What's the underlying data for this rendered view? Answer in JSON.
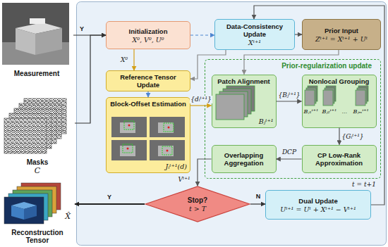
{
  "diagram": {
    "nodes": [
      {
        "text": [
          "Measurement"
        ]
      },
      {
        "text": [
          "Masks",
          "C"
        ]
      },
      {
        "text": [
          "Initialization",
          "X⁰, V⁰, U⁰"
        ]
      },
      {
        "text": [
          "Data-Consistency Update",
          "Xᵗ⁺¹"
        ]
      },
      {
        "text": [
          "Prior Input",
          "Zᵗ⁺¹ = Xᵗ⁺¹ + Uᵗ"
        ]
      },
      {
        "text": [
          "Reference Tensor Update"
        ]
      },
      {
        "text": [
          "Block-Offset Estimation",
          "Jᵢᵗ⁺¹(d)"
        ]
      },
      {
        "text": [
          "Prior-regularization update"
        ]
      },
      {
        "text": [
          "Patch Alignment",
          "Bⱼᵗ⁺¹"
        ],
        "in": 7
      },
      {
        "text": [
          "Nonlocal Grouping",
          "Bⱼ₁ᵗ⁺¹",
          "Bⱼ₂ᵗ⁺¹",
          "...",
          "Bⱼₘᵗ⁺¹"
        ],
        "in": 7
      },
      {
        "text": [
          "Overlapping Aggregation"
        ],
        "in": 7
      },
      {
        "text": [
          "CP Low-Rank Approximation"
        ],
        "in": 7
      },
      {
        "text": [
          "Stop?",
          "t > T"
        ]
      },
      {
        "text": [
          "Dual Update",
          "Uᵗ⁺¹ = Uᵗ + Xᵗ⁺¹ − Vᵗ⁺¹"
        ]
      },
      {
        "text": [
          "Reconstruction Tensor",
          "X̂"
        ]
      }
    ],
    "edges": [
      {
        "from": 0,
        "to": 2,
        "arrow": "to",
        "label": "Y"
      },
      {
        "from": 1,
        "to": 2,
        "arrow": "to"
      },
      {
        "from": 2,
        "to": 3,
        "arrow": "to"
      },
      {
        "from": 3,
        "to": 4,
        "arrow": "to"
      },
      {
        "from": 2,
        "to": 5,
        "arrow": "to",
        "label": "X⁰"
      },
      {
        "from": 5,
        "to": 6,
        "arrow": "to"
      },
      {
        "from": 3,
        "to": 5,
        "arrow": "to"
      },
      {
        "from": 4,
        "to": 8,
        "arrow": "to"
      },
      {
        "from": 6,
        "to": 8,
        "arrow": "to",
        "label": "{dᵢᵗ⁺¹}"
      },
      {
        "from": 8,
        "to": 9,
        "arrow": "to",
        "label": "{Bⱼᵗ⁺¹}"
      },
      {
        "from": 9,
        "to": 11,
        "arrow": "to",
        "label": "{Gᵢᵗ⁺¹}"
      },
      {
        "from": 11,
        "to": 10,
        "arrow": "to",
        "label": "DCP"
      },
      {
        "from": 10,
        "to": 12,
        "arrow": "to",
        "label": "Vᵗ⁺¹"
      },
      {
        "from": 12,
        "to": 14,
        "arrow": "to",
        "label": "Y"
      },
      {
        "from": 12,
        "to": 13,
        "arrow": "to",
        "label": "N"
      },
      {
        "from": 13,
        "to": 3,
        "arrow": "to",
        "label": "t = t+1"
      }
    ]
  }
}
